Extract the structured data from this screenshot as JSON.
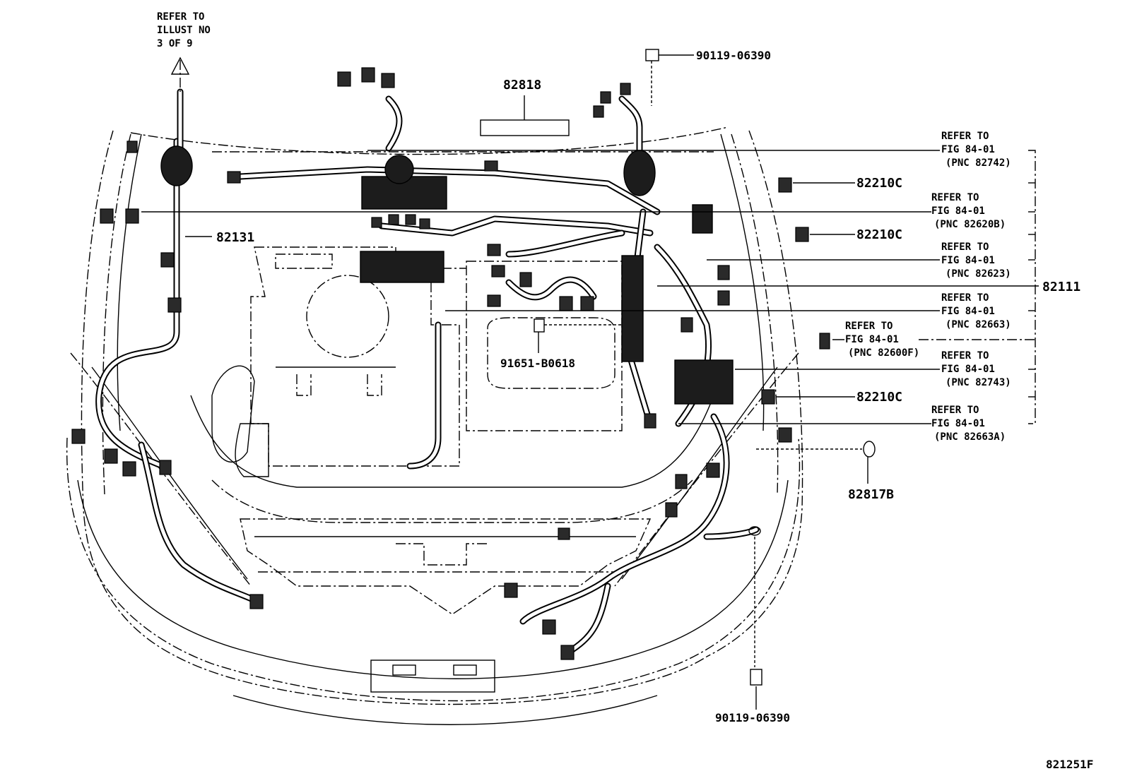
{
  "callouts": {
    "refer_illust": [
      "REFER TO",
      "ILLUST NO",
      "3 OF 9"
    ],
    "refer_82742": [
      "REFER TO",
      "FIG 84-01",
      "(PNC 82742)"
    ],
    "refer_82620b": [
      "REFER TO",
      "FIG 84-01",
      "(PNC 82620B)"
    ],
    "refer_82623": [
      "REFER TO",
      "FIG 84-01",
      "(PNC 82623)"
    ],
    "refer_82663": [
      "REFER TO",
      "FIG 84-01",
      "(PNC 82663)"
    ],
    "refer_82600f": [
      "REFER TO",
      "FIG 84-01",
      "(PNC 82600F)"
    ],
    "refer_82743": [
      "REFER TO",
      "FIG 84-01",
      "(PNC 82743)"
    ],
    "refer_82663a": [
      "REFER TO",
      "FIG 84-01",
      "(PNC 82663A)"
    ]
  },
  "parts": {
    "bolt_top": "90119-06390",
    "bolt_bottom": "90119-06390",
    "block": "82818",
    "harness_left": "82131",
    "harness_main": "82111",
    "clip_1": "82210C",
    "clip_2": "82210C",
    "clip_3": "82210C",
    "bolt_mid": "91651-B0618",
    "grommet": "82817B"
  },
  "figure_id": "821251F"
}
